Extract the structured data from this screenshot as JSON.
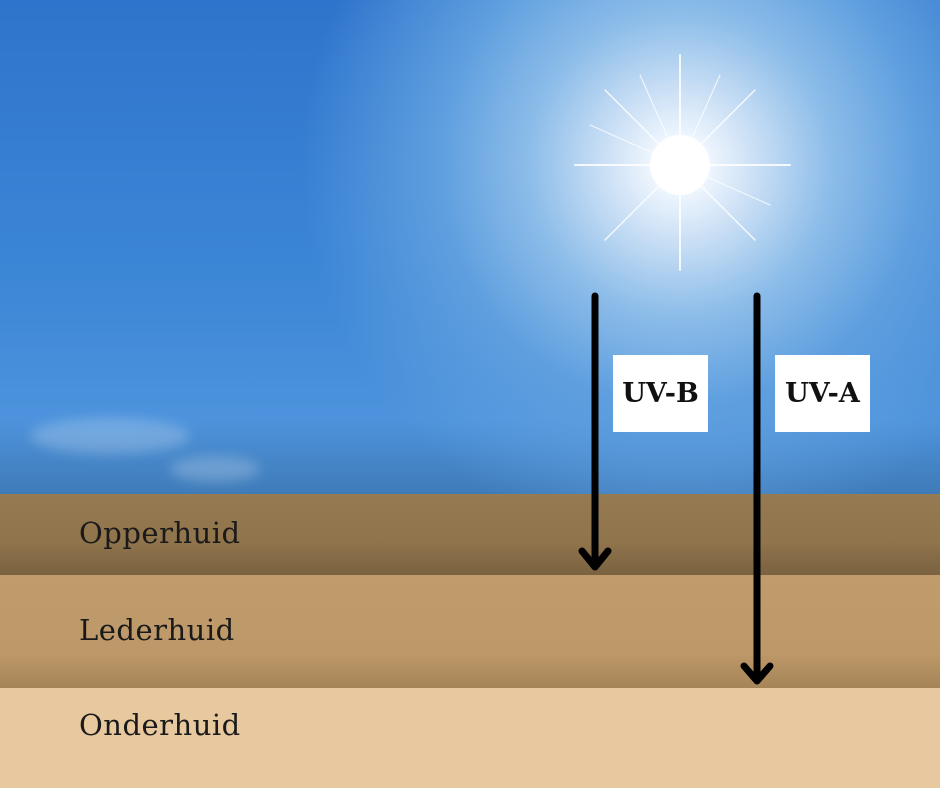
{
  "layers": [
    {
      "label": "Opperhuid",
      "color": "#957a52"
    },
    {
      "label": "Lederhuid",
      "color": "#c09b6b"
    },
    {
      "label": "Onderhuid",
      "color": "#e8c99f"
    }
  ],
  "rays": [
    {
      "label": "UV-B",
      "reaches_layer": "Opperhuid"
    },
    {
      "label": "UV-A",
      "reaches_layer": "Lederhuid"
    }
  ],
  "colors": {
    "sky": "#3a82d4",
    "sun": "#ffffff",
    "arrow": "#000000"
  },
  "icons": {
    "sun": "sun-icon",
    "arrow": "down-arrow-icon"
  }
}
